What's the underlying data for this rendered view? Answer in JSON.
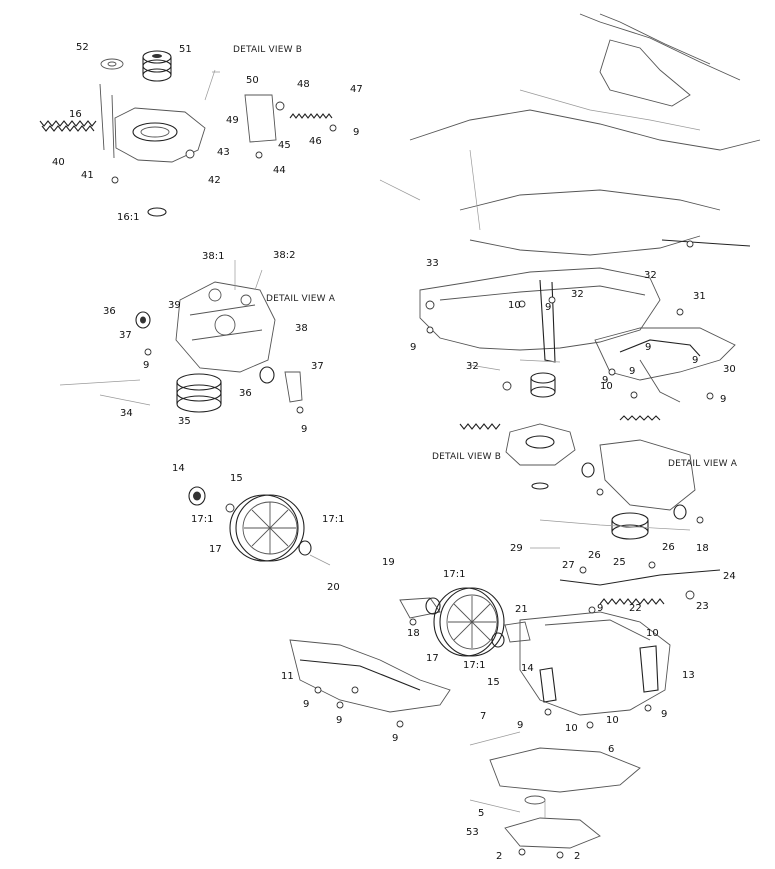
{
  "diagram": {
    "detail_labels": {
      "detail_view_b_top": "DETAIL VIEW B",
      "detail_view_a_left": "DETAIL VIEW A",
      "detail_view_b_right": "DETAIL VIEW B",
      "detail_view_a_right": "DETAIL VIEW A"
    },
    "callouts": [
      "52",
      "51",
      "50",
      "48",
      "47",
      "49",
      "16",
      "45",
      "46",
      "9",
      "40",
      "43",
      "44",
      "41",
      "42",
      "16:1",
      "38:1",
      "38:2",
      "33",
      "32",
      "36",
      "39",
      "10",
      "9",
      "32",
      "31",
      "37",
      "38",
      "9",
      "9",
      "9",
      "30",
      "32",
      "9",
      "10",
      "36",
      "37",
      "34",
      "35",
      "9",
      "9",
      "9",
      "14",
      "15",
      "17:1",
      "17:1",
      "17",
      "29",
      "27",
      "26",
      "25",
      "26",
      "18",
      "24",
      "19",
      "20",
      "17:1",
      "21",
      "9",
      "22",
      "23",
      "18",
      "10",
      "11",
      "17",
      "17:1",
      "14",
      "13",
      "15",
      "9",
      "9",
      "7",
      "9",
      "10",
      "10",
      "9",
      "9",
      "6",
      "5",
      "53",
      "2",
      "2",
      "9"
    ]
  }
}
